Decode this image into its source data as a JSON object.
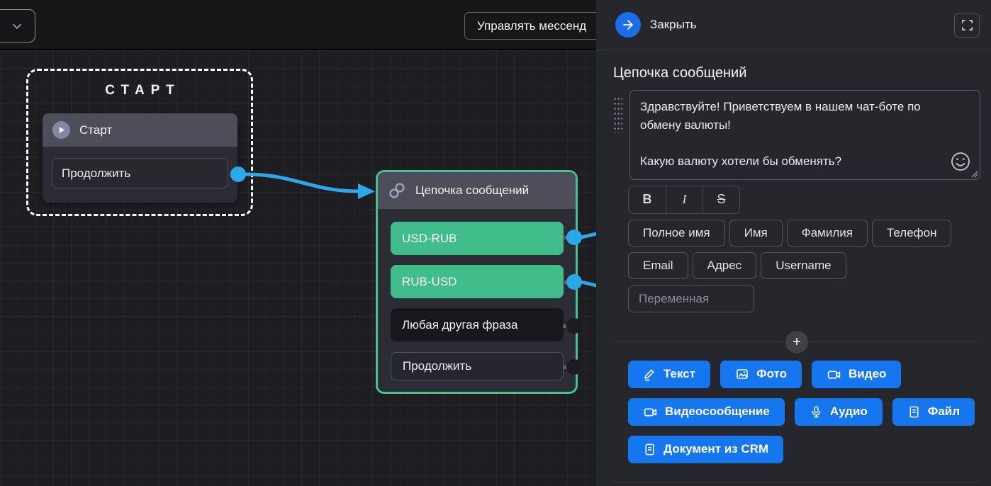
{
  "topbar": {
    "manage_button_label": "Управлять мессенд",
    "dropdown_icon": "chevron-down-icon"
  },
  "canvas": {
    "start_node": {
      "group_title": "СТАРТ",
      "header_label": "Старт",
      "header_icon": "play-icon",
      "continue_button_label": "Продолжить"
    },
    "chain_node": {
      "header_label": "Цепочка сообщений",
      "header_icon": "chain-link-icon",
      "buttons": [
        {
          "label": "USD-RUB",
          "variant": "green",
          "port": "blue"
        },
        {
          "label": "RUB-USD",
          "variant": "green",
          "port": "blue"
        },
        {
          "label": "Любая другая фраза",
          "variant": "dark",
          "port": "dark"
        },
        {
          "label": "Продолжить",
          "variant": "outline",
          "port": "dark"
        }
      ]
    },
    "connector_color": "#29a8ea"
  },
  "panel": {
    "close_label": "Закрыть",
    "close_icon": "arrow-right-icon",
    "expand_icon": "fullscreen-icon",
    "title": "Цепочка сообщений",
    "message": {
      "line1": "Здравствуйте! Приветствуем в нашем чат-боте по обмену валюты!",
      "line2": "Какую валюту хотели бы обменять?",
      "emoji_icon": "smiley-icon"
    },
    "format_buttons": [
      "B",
      "I",
      "S"
    ],
    "variable_chips": [
      "Полное имя",
      "Имя",
      "Фамилия",
      "Телефон",
      "Email",
      "Адрес",
      "Username"
    ],
    "variable_placeholder": "Переменная",
    "add_button_label": "+",
    "attachment_buttons": [
      {
        "label": "Текст",
        "icon": "pencil-icon"
      },
      {
        "label": "Фото",
        "icon": "image-icon"
      },
      {
        "label": "Видео",
        "icon": "video-icon"
      },
      {
        "label": "Видеосообщение",
        "icon": "video-icon"
      },
      {
        "label": "Аудио",
        "icon": "microphone-icon"
      },
      {
        "label": "Файл",
        "icon": "file-icon"
      },
      {
        "label": "Документ из CRM",
        "icon": "file-icon"
      }
    ],
    "accent_blue": "#1577f0"
  }
}
